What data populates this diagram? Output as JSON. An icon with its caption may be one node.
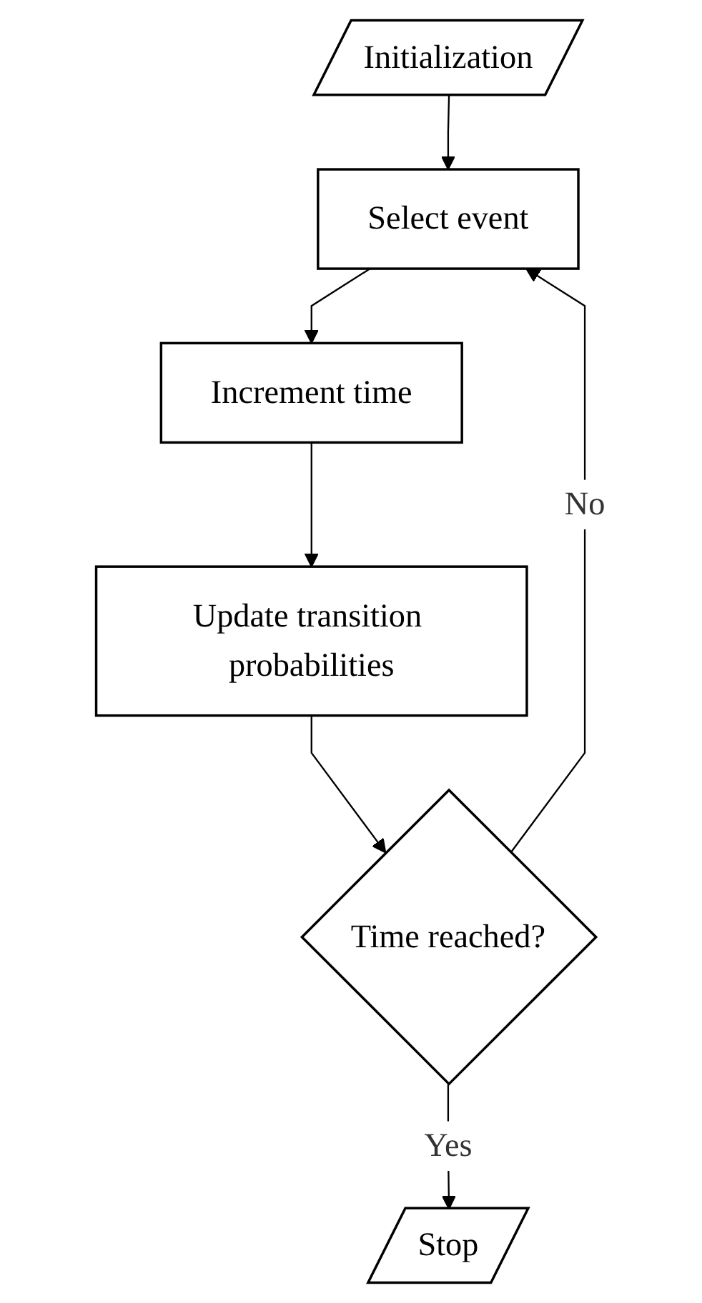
{
  "diagram": {
    "nodes": [
      {
        "text": [
          "Initialization"
        ]
      },
      {
        "text": [
          "Select event"
        ]
      },
      {
        "text": [
          "Increment time"
        ]
      },
      {
        "text": [
          "Update transition probabilities"
        ]
      },
      {
        "text": [
          "Time reached?"
        ]
      },
      {
        "text": [
          "Stop"
        ]
      }
    ],
    "edges": [
      {
        "from": 0,
        "to": 1,
        "arrow": "to"
      },
      {
        "from": 1,
        "to": 2,
        "arrow": "to"
      },
      {
        "from": 2,
        "to": 3,
        "arrow": "to"
      },
      {
        "from": 3,
        "to": 4,
        "arrow": "to"
      },
      {
        "from": 4,
        "to": 1,
        "arrow": "to",
        "label": "No"
      },
      {
        "from": 4,
        "to": 5,
        "arrow": "to",
        "label": "Yes"
      }
    ]
  }
}
